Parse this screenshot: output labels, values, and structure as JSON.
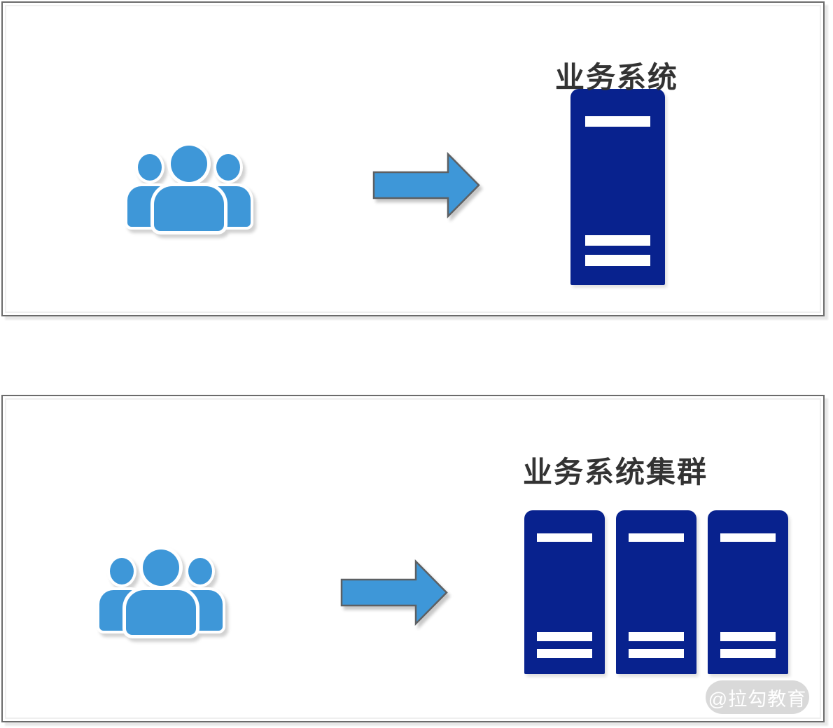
{
  "diagram": {
    "panels": [
      {
        "name": "single-system",
        "title": "业务系统",
        "flow": [
          "users-group",
          "arrow-right",
          "server"
        ],
        "server_count": 1
      },
      {
        "name": "cluster-system",
        "title": "业务系统集群",
        "flow": [
          "users-group",
          "arrow-right",
          "server-cluster"
        ],
        "server_count": 3
      }
    ],
    "watermark": "@拉勾教育"
  },
  "colors": {
    "server_navy": "#08228e",
    "icon_blue": "#3e97d8",
    "arrow_fill": "#3e97d8",
    "arrow_border": "#5d6063",
    "panel_border": "#6b6b6b",
    "inner_outline": "#efefef",
    "title_text": "#333333",
    "watermark_bg": "#d9d9d9",
    "watermark_text": "#ffffff"
  }
}
